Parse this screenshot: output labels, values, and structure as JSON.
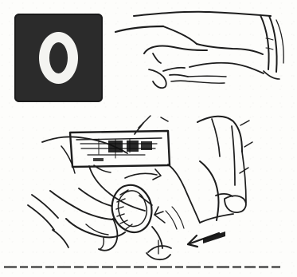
{
  "figure": {
    "step_badge": {
      "glyph": "circle-symbol",
      "fill": "#2b2b2b",
      "mark": "#f4f4f1"
    },
    "upper_image": {
      "subject": "pointing-hand"
    },
    "lower_image": {
      "subject": "hand-turning-dial-on-machine"
    },
    "caption": {
      "text_color": "#4a4a4a"
    }
  }
}
